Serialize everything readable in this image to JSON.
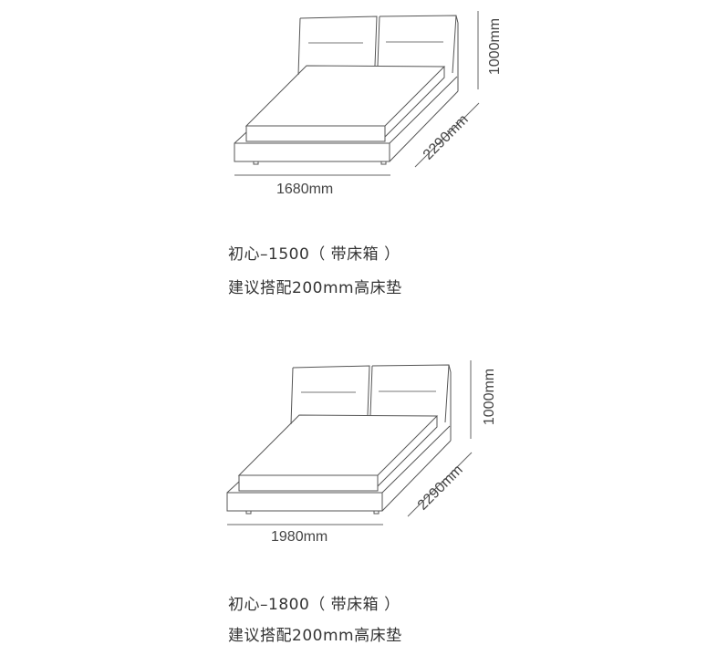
{
  "products": [
    {
      "width_label": "1680mm",
      "height_label": "1000mm",
      "length_label": "2290mm",
      "title": "初心–1500（ 带床箱 ）",
      "note": "建议搭配200mm高床垫"
    },
    {
      "width_label": "1980mm",
      "height_label": "1000mm",
      "length_label": "2290mm",
      "title": "初心–1800（ 带床箱 ）",
      "note": "建议搭配200mm高床垫"
    }
  ],
  "colors": {
    "line": "#555555",
    "text": "#333333"
  }
}
